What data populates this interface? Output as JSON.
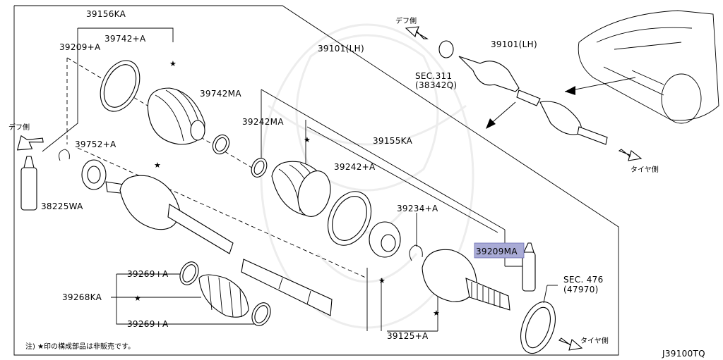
{
  "diagram_code": "J39100TQ",
  "note": "注) ★印の構成部品は非販売です。",
  "directions": {
    "diff_side": "デフ側",
    "tire_side": "タイヤ側"
  },
  "star_symbol": "★",
  "parts": {
    "p39156KA": "39156KA",
    "p39742A": "39742+A",
    "p39209A": "39209+A",
    "p39742MA": "39742MA",
    "p39101LH_main": "39101(LH)",
    "p39242MA": "39242MA",
    "p39155KA": "39155KA",
    "p39242A": "39242+A",
    "p39752A": "39752+A",
    "p38225WA": "38225WA",
    "p39234A": "39234+A",
    "p39209MA": "39209MA",
    "p39269A_top": "39269+A",
    "p39268KA": "39268KA",
    "p39269A_bottom": "39269+A",
    "p39125A": "39125+A",
    "sec476": "SEC. 476",
    "sec476_sub": "(47970)",
    "p39101LH_inset": "39101(LH)",
    "sec311": "SEC.311",
    "sec311_sub": "(38342Q)"
  },
  "highlighted_part": "39209MA"
}
